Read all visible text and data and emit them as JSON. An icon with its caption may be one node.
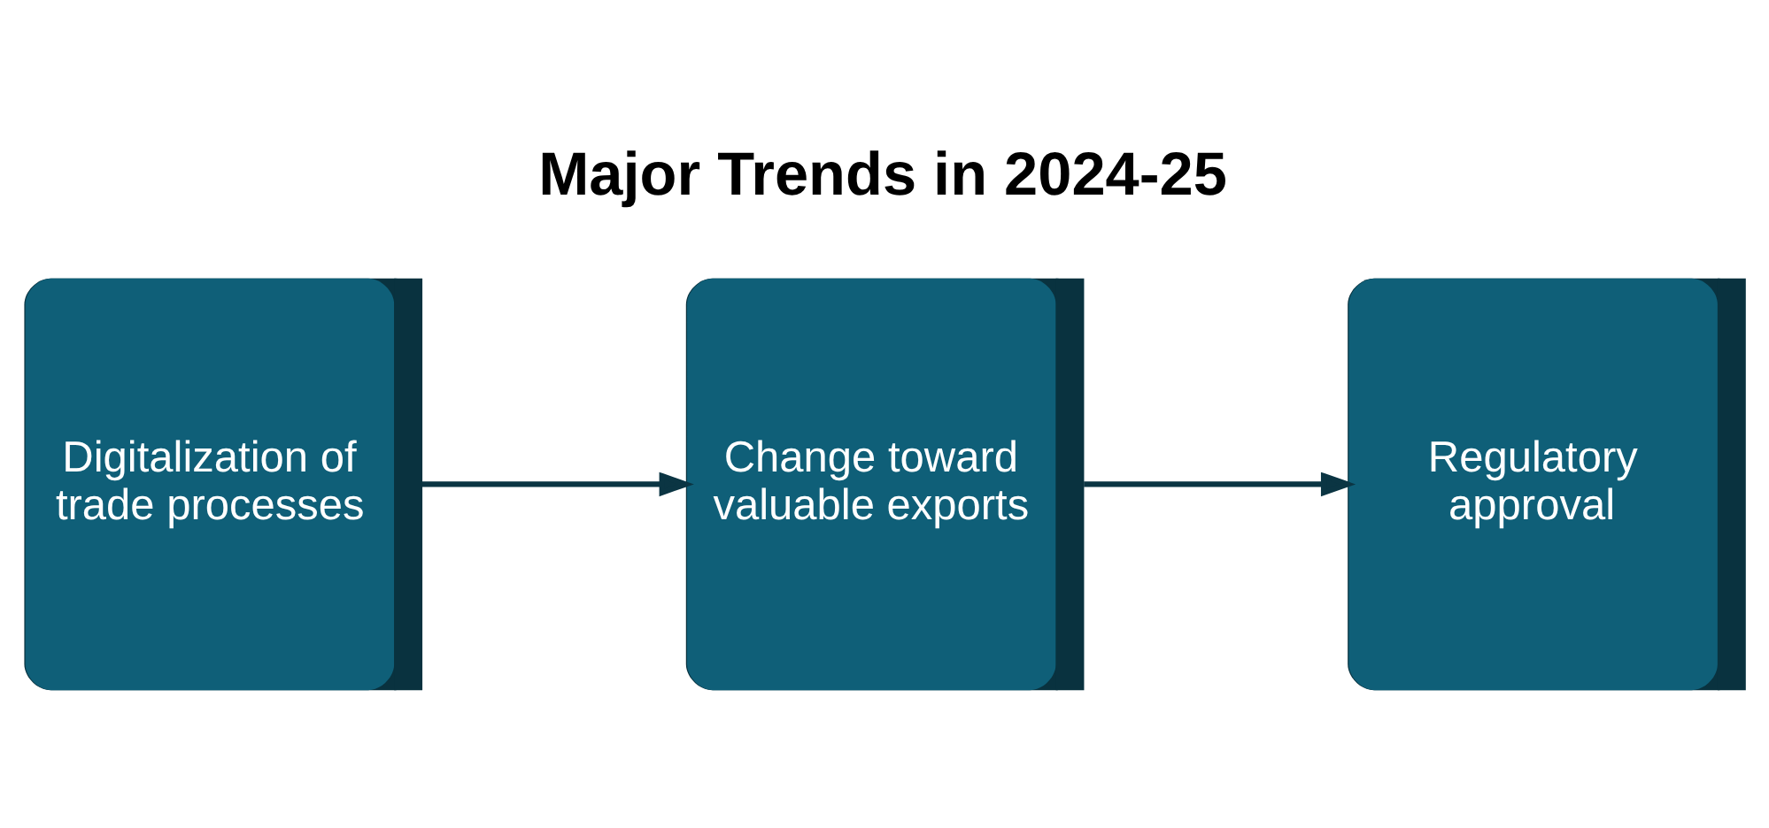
{
  "diagram": {
    "title": "Major Trends in 2024-25",
    "nodes": [
      {
        "text": [
          "Digitalization of trade processes"
        ]
      },
      {
        "text": [
          "Change toward valuable exports"
        ]
      },
      {
        "text": [
          "Regulatory approval"
        ]
      }
    ],
    "edges": [
      {
        "from": 0,
        "to": 1,
        "arrow": "to"
      },
      {
        "from": 1,
        "to": 2,
        "arrow": "to"
      }
    ]
  }
}
